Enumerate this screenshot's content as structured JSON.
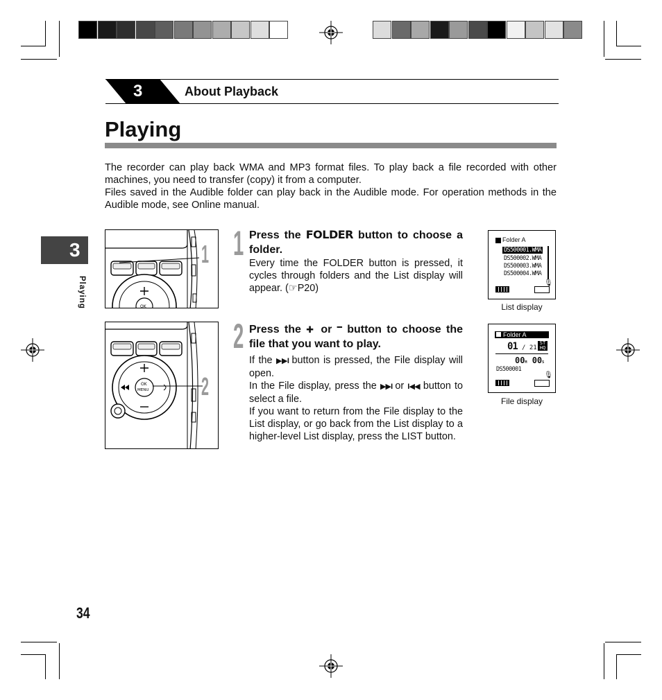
{
  "section": {
    "number": "3",
    "title": "About Playback"
  },
  "page_title": "Playing",
  "intro": [
    "The recorder can play back WMA and MP3 format files. To play back a file recorded with other machines, you need to transfer (copy) it from a computer.",
    "Files saved in the Audible folder can play back in the Audible mode. For operation methods in the Audible mode, see  Online manual."
  ],
  "side_tab": {
    "number": "3",
    "label": "Playing"
  },
  "steps": [
    {
      "number": "1",
      "title_pre": "Press the ",
      "title_key": "FOLDER",
      "title_post": " button to choose a folder.",
      "body": "Every time the FOLDER button is pressed, it cycles through folders and the List display will appear. (☞P20)",
      "callout": "1"
    },
    {
      "number": "2",
      "title_pre": "Press the ",
      "title_plus": "✚",
      "title_mid": " or ",
      "title_minus": "━",
      "title_post": " button to choose the file that you want to play.",
      "body_lines": [
        {
          "pre": "If the ",
          "icon": "▶▶I",
          "post": " button is pressed, the File display will open."
        },
        {
          "pre": "In the File display, press the ",
          "icon": "▶▶I",
          "mid": " or ",
          "icon2": "I◀◀",
          "post": " button to select a file."
        },
        {
          "pre": "If you want to return from the File display to the List display, or go back from the List display to a higher-level List display, press the LIST button."
        }
      ],
      "callout": "2"
    }
  ],
  "list_display": {
    "folder": "Folder  A",
    "files": [
      "DS500001.WMA",
      "DS500002.WMA",
      "DS500003.WMA",
      "DS500004.WMA"
    ],
    "caption": "List display"
  },
  "file_display": {
    "folder": "Folder  A",
    "index": "01",
    "total": "/ 21",
    "mode": "ST HQ",
    "time_m": "00",
    "time_m_unit": "M",
    "time_s": "00",
    "time_s_unit": "S",
    "filename": "DS500001",
    "caption": "File display"
  },
  "device": {
    "ok_label": "OK",
    "menu_label": "MENU",
    "plus": "+",
    "minus": "−"
  },
  "page_number": "34",
  "color_bar_left": [
    "#000000",
    "#1a1a1a",
    "#2e2e2e",
    "#484848",
    "#5e5e5e",
    "#7a7a7a",
    "#939393",
    "#adadad",
    "#c6c6c6",
    "#dedede",
    "#ffffff"
  ],
  "color_bar_right": [
    "#dcdcdc",
    "#6a6a6a",
    "#a8a8a8",
    "#1a1a1a",
    "#9a9a9a",
    "#4a4a4a",
    "#000000",
    "#f2f2f2",
    "#c4c4c4",
    "#e2e2e2",
    "#8a8a8a"
  ]
}
